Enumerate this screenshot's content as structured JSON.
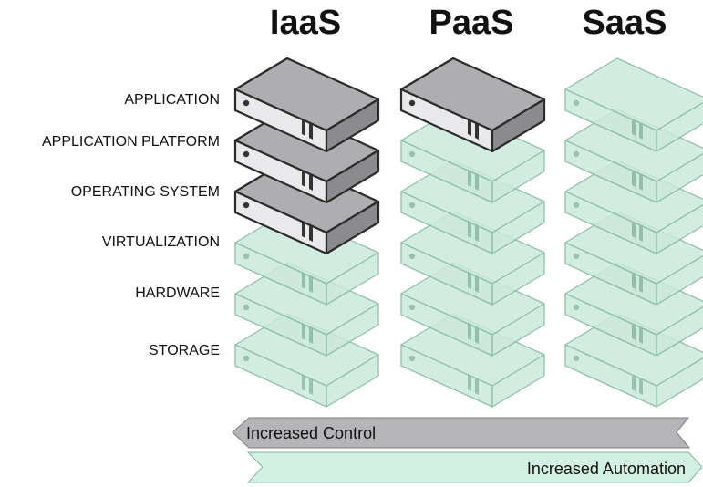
{
  "columns": [
    {
      "title": "IaaS",
      "managed_layers": [
        "APPLICATION",
        "APPLICATION PLATFORM",
        "OPERATING SYSTEM"
      ]
    },
    {
      "title": "PaaS",
      "managed_layers": [
        "APPLICATION"
      ]
    },
    {
      "title": "SaaS",
      "managed_layers": []
    }
  ],
  "layers": [
    "APPLICATION",
    "APPLICATION PLATFORM",
    "OPERATING SYSTEM",
    "VIRTUALIZATION",
    "HARDWARE",
    "STORAGE"
  ],
  "arrows": {
    "control_label": "Increased Control",
    "automation_label": "Increased Automation"
  },
  "colors": {
    "managed_top": "#aeaeb0",
    "managed_front": "#e9e9eb",
    "managed_side": "#8b8b8e",
    "managed_stroke": "#2b2b2b",
    "provided_fill": "#cbe9dc",
    "provided_stroke": "#7fb59c",
    "control_arrow": "#b5b5b7",
    "automation_arrow": "#d3f0e4"
  }
}
